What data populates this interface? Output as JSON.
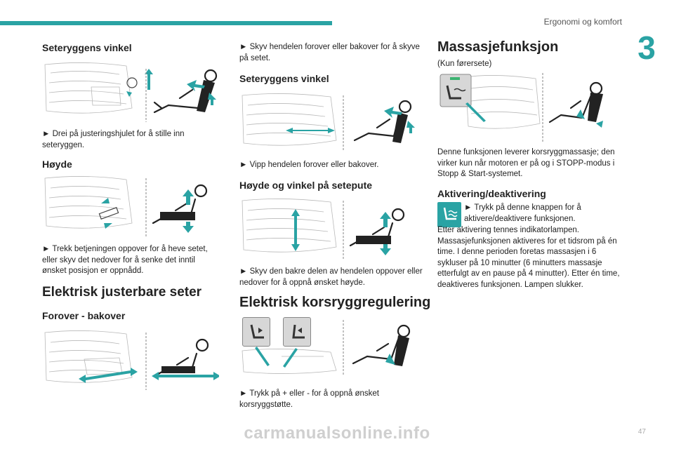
{
  "header": {
    "title": "Ergonomi og komfort",
    "chapter": "3"
  },
  "col1": {
    "h_backrest": "Seteryggens vinkel",
    "p_backrest": "► Drei på justeringshjulet for å stille inn seteryggen.",
    "h_height": "Høyde",
    "p_height": "► Trekk betjeningen oppover for å heve setet, eller skyv det nedover for å senke det inntil ønsket posisjon er oppnådd.",
    "h_electric": "Elektrisk justerbare seter",
    "h_forward": "Forover - bakover"
  },
  "col2": {
    "p_slide": "► Skyv hendelen forover eller bakover for å skyve på setet.",
    "h_backrest": "Seteryggens vinkel",
    "p_backrest": "► Vipp hendelen forover eller bakover.",
    "h_cushion": "Høyde og vinkel på setepute",
    "p_cushion": "► Skyv den bakre delen av hendelen oppover eller nedover for å oppnå ønsket høyde.",
    "h_lumbar": "Elektrisk korsryggregulering",
    "p_lumbar": "► Trykk på + eller - for å oppnå ønsket korsryggstøtte."
  },
  "col3": {
    "h_massage": "Massasjefunksjon",
    "p_driver": "(Kun førersete)",
    "p_desc": "Denne funksjonen leverer korsryggmassasje; den virker kun når motoren er på og i STOPP-modus i Stopp & Start-systemet.",
    "h_activate": "Aktivering/deaktivering",
    "p_press": "► Trykk på denne knappen for å aktivere/deaktivere funksjonen.",
    "p_rest": "Etter aktivering tennes indikatorlampen. Massasjefunksjonen aktiveres for et tidsrom på én time. I denne perioden foretas massasjen i 6 sykluser på 10 minutter (6 minutters massasje etterfulgt av en pause på 4 minutter). Etter én time, deaktiveres funksjonen. Lampen slukker."
  },
  "footer": {
    "page": "47",
    "watermark": "carmanualsonline.info"
  },
  "colors": {
    "accent": "#2aa3a4"
  }
}
